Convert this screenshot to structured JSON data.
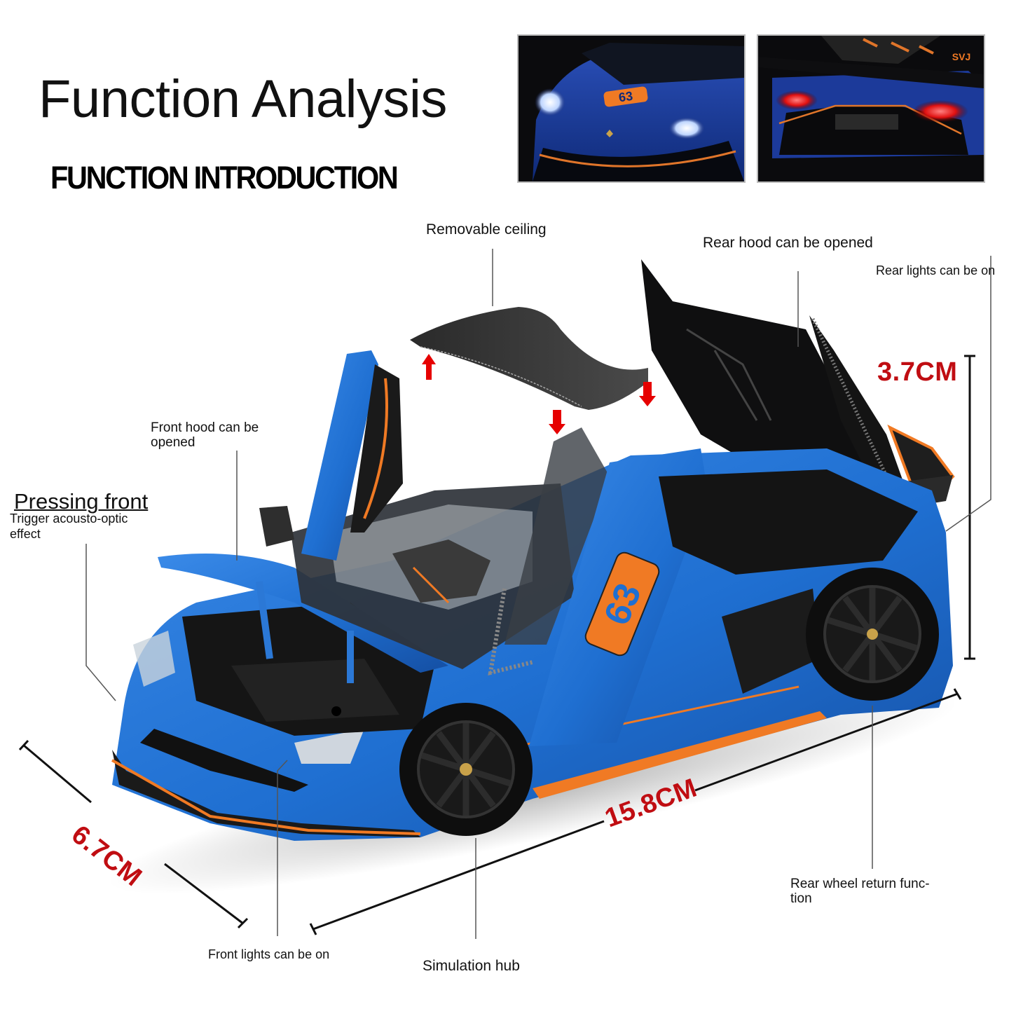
{
  "header": {
    "title": "Function Analysis",
    "subtitle": "FUNCTION INTRODUCTION"
  },
  "thumbnails": [
    {
      "id": "front-lights",
      "caption": "Front view with headlights on",
      "badge": "63"
    },
    {
      "id": "rear-lights",
      "caption": "Rear view with taillights on",
      "badge": "SVJ"
    }
  ],
  "callouts": {
    "removable_ceiling": "Removable ceiling",
    "rear_hood": "Rear hood can be opened",
    "rear_lights": "Rear lights can be on",
    "front_hood_line1": "Front hood can be",
    "front_hood_line2": "opened",
    "pressing_front": "Pressing front",
    "trigger_line1": "Trigger acousto-optic",
    "trigger_line2": "effect",
    "front_lights": "Front lights can be on",
    "simulation_hub": "Simulation hub",
    "rear_wheel_line1": "Rear wheel return func-",
    "rear_wheel_line2": "tion"
  },
  "dimensions": {
    "height": "3.7CM",
    "width": "6.7CM",
    "length": "15.8CM"
  },
  "car": {
    "number_decal": "63",
    "body_color": "#1f6fd1",
    "accent_color": "#f07a24",
    "trim_color": "#1a1a1a"
  },
  "colors": {
    "dimension_red": "#c00d12",
    "arrow_red": "#e60000"
  }
}
